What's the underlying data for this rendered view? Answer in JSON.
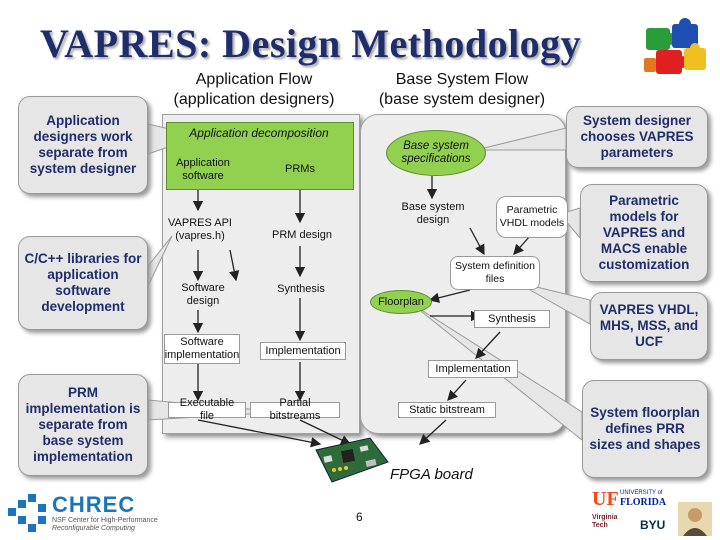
{
  "title": "VAPRES: Design Methodology",
  "headers": {
    "app_flow_line1": "Application Flow",
    "app_flow_line2": "(application designers)",
    "base_flow_line1": "Base System Flow",
    "base_flow_line2": "(base system designer)"
  },
  "callouts": {
    "app_designers": "Application designers work separate from system designer",
    "cpp_libs": "C/C++ libraries for application software development",
    "prm_impl": "PRM implementation is separate from base system implementation",
    "sys_designer": "System designer chooses VAPRES parameters",
    "param_models": "Parametric models for VAPRES and MACS enable customization",
    "vapres_files": "VAPRES VHDL, MHS, MSS, and UCF",
    "floorplan_defines": "System floorplan defines PRR sizes and shapes"
  },
  "app_flow": {
    "app_decomposition": "Application decomposition",
    "app_software": "Application software",
    "prms": "PRMs",
    "vapres_api": "VAPRES API (vapres.h)",
    "prm_design": "PRM design",
    "software_design": "Software design",
    "synthesis": "Synthesis",
    "software_implementation": "Software implementation",
    "implementation": "Implementation",
    "executable_file": "Executable file",
    "partial_bitstreams": "Partial bitstreams"
  },
  "base_flow": {
    "base_specs": "Base system specifications",
    "base_design": "Base system design",
    "parametric_models": "Parametric VHDL models",
    "sys_def_files": "System definition files",
    "floorplan": "Floorplan",
    "synthesis": "Synthesis",
    "implementation": "Implementation",
    "static_bitstream": "Static bitstream"
  },
  "fpga_label": "FPGA board",
  "page_number": "6",
  "logos": {
    "chrec_name": "CHREC",
    "chrec_sub1": "NSF Center for High-Performance",
    "chrec_sub2": "Reconfigurable Computing",
    "uf_line1": "UF",
    "uf_line2": "UNIVERSITY of",
    "uf_line3": "FLORIDA",
    "byu": "BYU",
    "vt1": "Virginia",
    "vt2": "Tech"
  },
  "colors": {
    "title": "#1f2d6b",
    "panel": "#ededed",
    "green": "#92d050",
    "callout_text": "#1f2d6b",
    "chrec_blue": "#1b75bb",
    "uf_orange": "#fa4616",
    "uf_blue": "#0021a5"
  }
}
